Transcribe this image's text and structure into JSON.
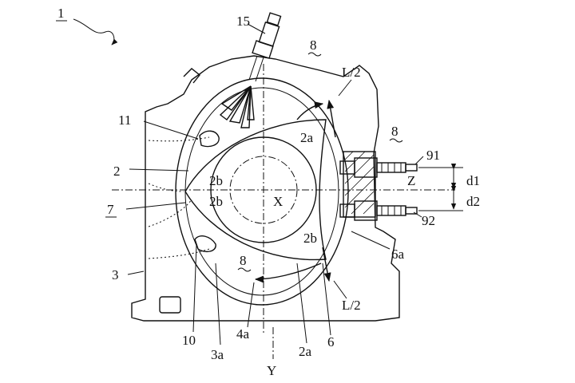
{
  "figure": {
    "labels": {
      "l1": "1",
      "l15": "15",
      "l8_top": "8",
      "lL2_top": "L/2",
      "l11": "11",
      "l2a_upper": "2a",
      "l8_right": "8",
      "l91": "91",
      "l2": "2",
      "l2b_a": "2b",
      "lZ": "Z",
      "ld1": "d1",
      "l7": "7",
      "l2b_b": "2b",
      "lX": "X",
      "ld2": "d2",
      "l92": "92",
      "l2b_c": "2b",
      "l6a": "6a",
      "l3": "3",
      "l8_bottom": "8",
      "lL2_bottom": "L/2",
      "l10": "10",
      "l4a": "4a",
      "l6": "6",
      "l3a": "3a",
      "l2a_lower": "2a",
      "lY": "Y"
    }
  }
}
